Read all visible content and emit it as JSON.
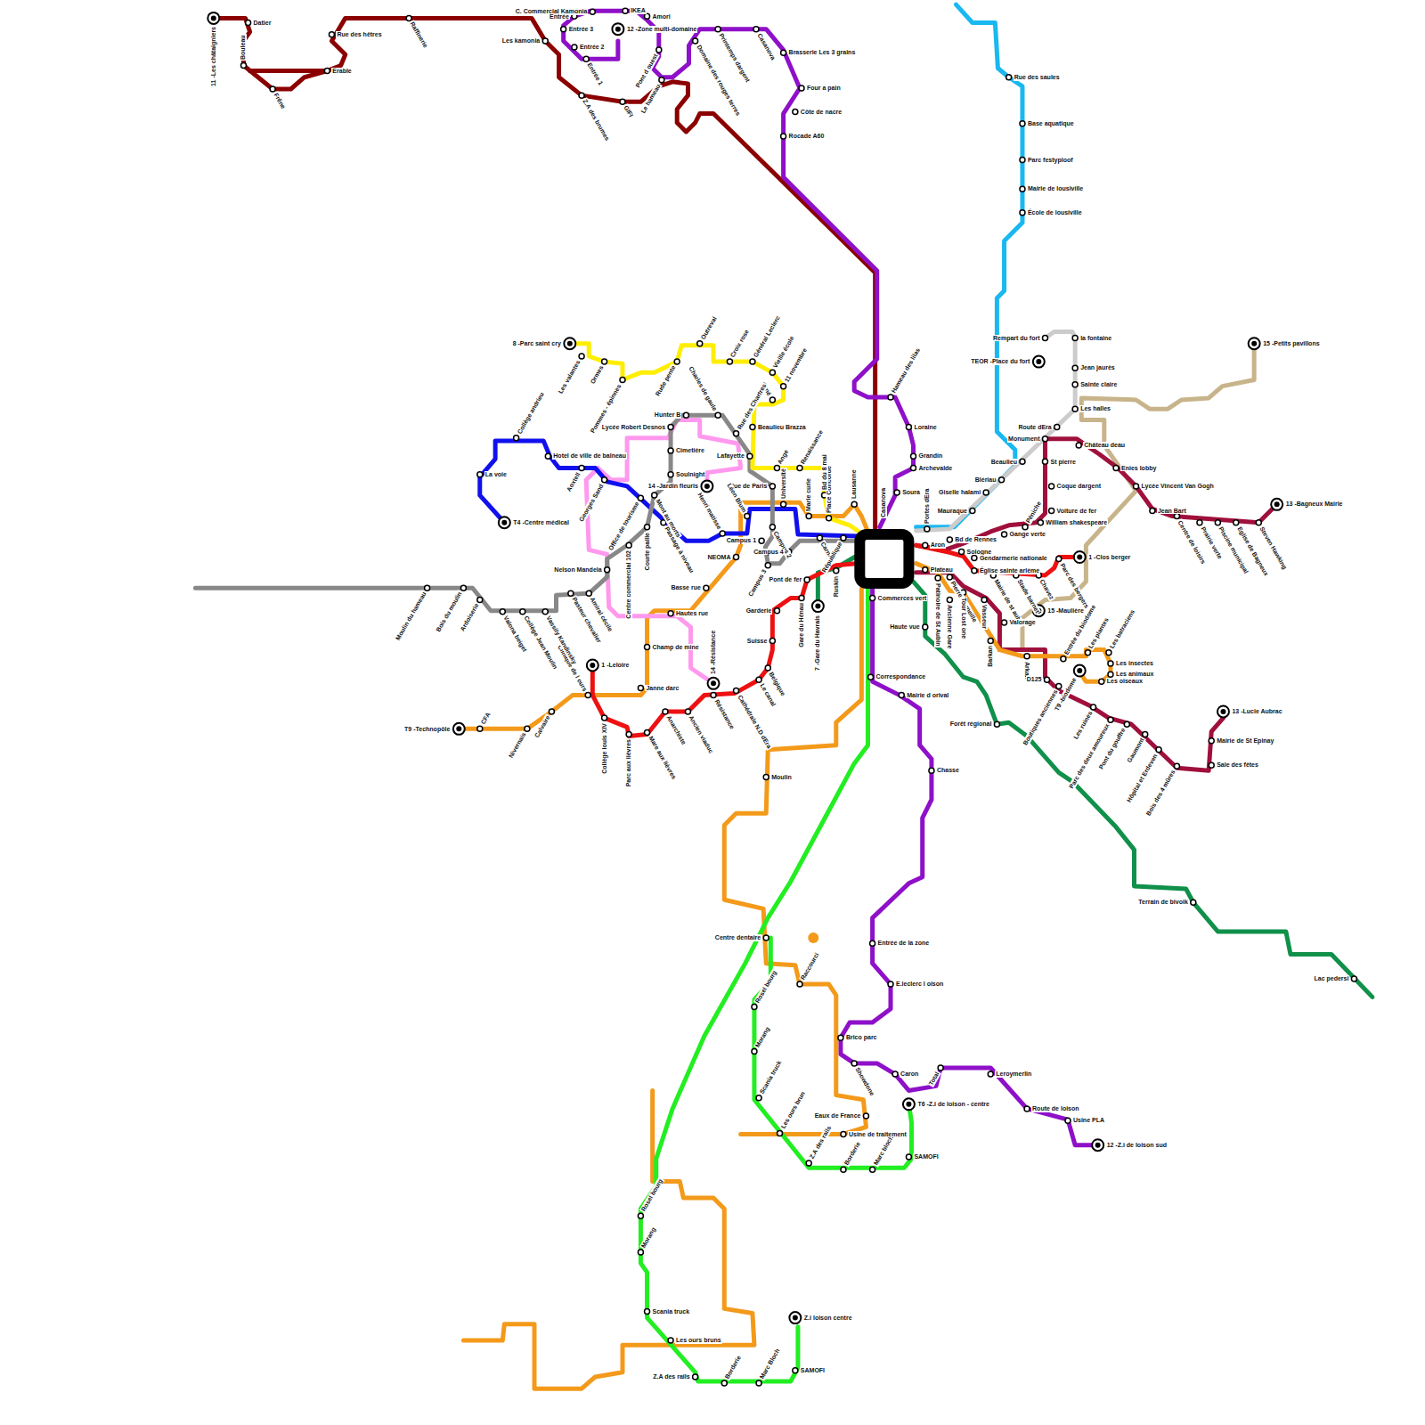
{
  "diagram": {
    "labels": [
      "11 -Les châtaigniers",
      "Datier",
      "Bouleau",
      "Frêne",
      "Erable",
      "Rue des hêtres",
      "Raffinerie",
      "Les kamonia",
      "Z.A des brumes",
      "GIFI",
      "Le hameau",
      "C. Commercial Kamonia",
      "Entrée",
      "Entrée 3",
      "Entrée 2",
      "Entrée 1",
      "IKEA",
      "12 -Zone multi-domaine",
      "Amori",
      "Pont d ouest",
      "Domaine des rouges terres",
      "Printemps dargent",
      "Casanova",
      "Brasserie Les 3 grains",
      "Four a pain",
      "Côte de nacre",
      "Rocade A60",
      "Hameau des lilas",
      "Loraine",
      "Grandin",
      "Archevalde",
      "Soura",
      "Casanova",
      "Rue des saules",
      "Base aquatique",
      "Parc festyploof",
      "Mairie de lousiville",
      "École de lousiville",
      "Rempart du fort",
      "TEOR -Place du fort",
      "la fontaine",
      "Jean jaurès",
      "Sainte claire",
      "Les halles",
      "Route dEra",
      "Monument",
      "Château deau",
      "Beaulieu",
      "St pierre",
      "Enies lobby",
      "Blériau",
      "Coque dargent",
      "Lycée Vincent Van Gogh",
      "Giselle halami",
      "Voiture de fer",
      "Mauraque",
      "Jean Bart",
      "Péniche",
      "William shakespeare",
      "Gange verte",
      "Centre de loisirs",
      "Prairie verte",
      "Piscine municipal",
      "Eglise de Bagneux",
      "Steven Hawking",
      "13 -Bagneux Mairie",
      "15 -Petits pavillons",
      "Portes dEra",
      "Aron",
      "Bd de Rennes",
      "Sologne",
      "Gendarmerie nationale",
      "Église sainte arlème",
      "Plateau",
      "Pierre Corneille",
      "Mairie de st aubin",
      "Stade barnet",
      "Chavez",
      "Parc des bergers",
      "1 -Clos berger",
      "15 -Maulière",
      "Patinoire de St Aubin",
      "Ancienne Gare",
      "Tour Lost one",
      "Vasseur",
      "Valorage",
      "Barkan",
      "Arkan",
      "Entrée du biodome",
      "Les plantes",
      "Les batraciens",
      "Les insectes",
      "Les animaux",
      "Les oiseaux",
      "T9 -biodome",
      "D125",
      "Boutiques anciennes",
      "Les ruines",
      "Parc des deux amoureux",
      "Pont du gouffre",
      "Gaumont",
      "Hôpital et Erdeven",
      "Bois des 4 mûres",
      "Sale des fêtes",
      "Mairie de St Epinay",
      "13 -Lucie Aubrac",
      "Haute vue",
      "Forêt régional",
      "Terrain de bivoik",
      "Lac pedersi",
      "Commerces vert",
      "Correspondance",
      "Mairie d orival",
      "Chasse",
      "Entrée de la zone",
      "E.leclerc l oison",
      "Brico parc",
      "Showdone",
      "Caron",
      "Total",
      "Leroymerlin",
      "Route de loison",
      "Usine PLA",
      "12 -Z.i de loison sud",
      "T6 -Z.i de loison - centre",
      "SAMOFI",
      "Marc bloch",
      "Borderie",
      "Z.A des rails",
      "Les ours brun",
      "Usine de traitement",
      "Eaux de France",
      "Raccourci",
      "Centre dentaire",
      "Moulin",
      "Rosel bourg",
      "Morang",
      "Scania truck",
      "Rosel bourg",
      "Morang",
      "Scania truck",
      "Les ours bruns",
      "Z.A des rails",
      "Borderie",
      "Marc Bloch",
      "SAMOFI",
      "Z.i loison centre",
      "7 -Gare du Havrais",
      "Ruskin",
      "Pont de fer",
      "Gare du Hénau",
      "Garderie",
      "Suisse",
      "Belgique",
      "Le canal",
      "Cathédrale N.D dEra",
      "Résistance",
      "14 -Résistance",
      "Ancien viaduc",
      "Anarchiste",
      "Mare aux lièvres",
      "Parc aux lièvres",
      "Collège louis XIV",
      "1 -Leloire",
      "Clinique de l ours",
      "Janne darc",
      "Champ de mine",
      "Hautes rue",
      "Basse rue",
      "NEOMA",
      "Calvaire",
      "Nivernais",
      "CFA",
      "T9 -Technopôle",
      "Marie curie",
      "Lausanne",
      "Université",
      "Place Concorde",
      "Bd du 8 mai",
      "Renaissance",
      "Ange",
      "Beaulieu Brazza",
      "Orné",
      "11 novembre",
      "Vieille école",
      "Général Leclerc",
      "Croix rose",
      "Outreval",
      "Rude pente",
      "Pommes - épinnes",
      "Ormes",
      "Les valantes",
      "8 -Parc saint cry",
      "Lafayette",
      "Rue des Chartres",
      "Charles de gaule",
      "Hunter B",
      "Lycée Robert Desnos",
      "Cimetière",
      "Soulnight",
      "14 -Jardin fleuris",
      "Rue de Paris",
      "Léon Blum",
      "Henri matisse",
      "Campus 1",
      "Campus 2",
      "Campus 4",
      "Campus 3",
      "Carnot",
      "République",
      "Mont au morts",
      "Passage à niveau",
      "Courte paille",
      "Centre commercial 102",
      "Office de tourisme",
      "Georges Sand",
      "Aoxtell",
      "Hotel de ville de balneau",
      "Collège andrieu",
      "La voie",
      "T4 -Centre médical",
      "Nelson Mandela",
      "Amiral cécile",
      "Pasteur chevalier",
      "Vassily Kandinsky",
      "Collège Jean Moulin",
      "Valona beiget",
      "Ardoiserie",
      "Bois du moulin",
      "Moulin du hameau"
    ]
  }
}
